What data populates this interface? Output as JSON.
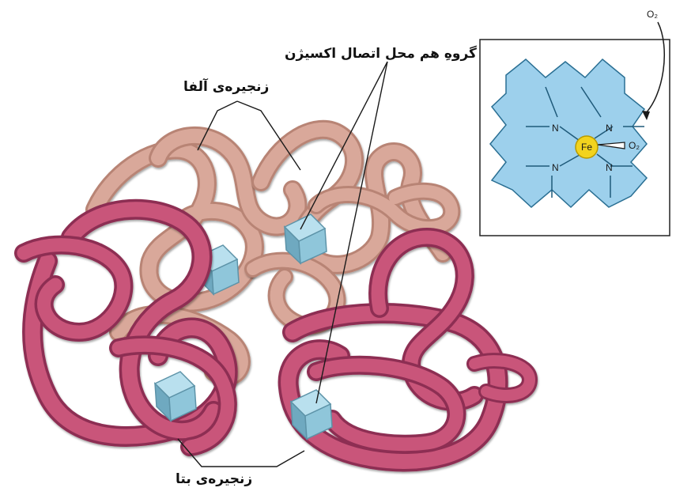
{
  "labels": {
    "heme_group": "گروهِ هم محل اتصال اکسیژن",
    "alpha_chains": "زنجیره‌ی آلفا",
    "beta_chains": "زنجیره‌ی بتا"
  },
  "inset": {
    "metal_atom": "Fe",
    "bound_ligand": "O₂",
    "incoming_ligand": "O₂",
    "nitrogen_atoms": [
      "N",
      "N",
      "N",
      "N"
    ]
  },
  "colors": {
    "alpha_chain": "#d9a89a",
    "beta_chain": "#c9557a",
    "heme_block": "#8fc6da",
    "porphyrin_fill": "#9dd0ec",
    "iron": "#f2d31e"
  }
}
